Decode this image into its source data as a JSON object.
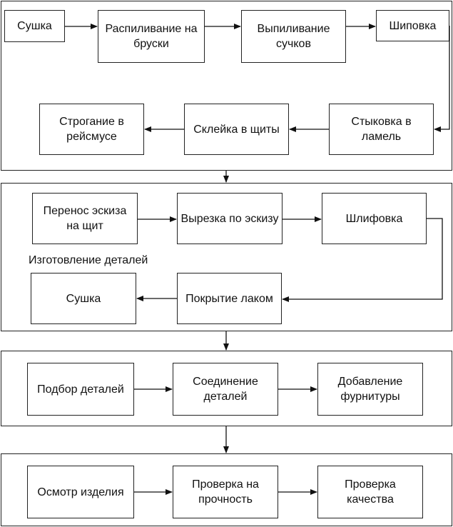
{
  "sections": [
    {
      "id": "s1",
      "nodes": [
        {
          "id": "n1",
          "label": "Сушка"
        },
        {
          "id": "n2",
          "label": "Распиливание на бруски"
        },
        {
          "id": "n3",
          "label": "Выпиливание сучков"
        },
        {
          "id": "n4",
          "label": "Шиповка"
        },
        {
          "id": "n5",
          "label": "Стыковка в ламель"
        },
        {
          "id": "n6",
          "label": "Склейка в щиты"
        },
        {
          "id": "n7",
          "label": "Строгание в рейсмусе"
        }
      ]
    },
    {
      "id": "s2",
      "caption": "Изготовление деталей",
      "nodes": [
        {
          "id": "n8",
          "label": "Перенос эскиза на щит"
        },
        {
          "id": "n9",
          "label": "Вырезка по эскизу"
        },
        {
          "id": "n10",
          "label": "Шлифовка"
        },
        {
          "id": "n11",
          "label": "Покрытие лаком"
        },
        {
          "id": "n12",
          "label": "Сушка"
        }
      ]
    },
    {
      "id": "s3",
      "nodes": [
        {
          "id": "n13",
          "label": "Подбор деталей"
        },
        {
          "id": "n14",
          "label": "Соединение деталей"
        },
        {
          "id": "n15",
          "label": "Добавление фурнитуры"
        }
      ]
    },
    {
      "id": "s4",
      "nodes": [
        {
          "id": "n16",
          "label": "Осмотр изделия"
        },
        {
          "id": "n17",
          "label": "Проверка на прочность"
        },
        {
          "id": "n18",
          "label": "Проверка качества"
        }
      ]
    }
  ],
  "edges": [
    [
      "n1",
      "n2"
    ],
    [
      "n2",
      "n3"
    ],
    [
      "n3",
      "n4"
    ],
    [
      "n4",
      "n5"
    ],
    [
      "n5",
      "n6"
    ],
    [
      "n6",
      "n7"
    ],
    [
      "s1",
      "s2"
    ],
    [
      "n8",
      "n9"
    ],
    [
      "n9",
      "n10"
    ],
    [
      "n10",
      "n11"
    ],
    [
      "n11",
      "n12"
    ],
    [
      "s2",
      "s3"
    ],
    [
      "n13",
      "n14"
    ],
    [
      "n14",
      "n15"
    ],
    [
      "s3",
      "s4"
    ],
    [
      "n16",
      "n17"
    ],
    [
      "n17",
      "n18"
    ]
  ]
}
